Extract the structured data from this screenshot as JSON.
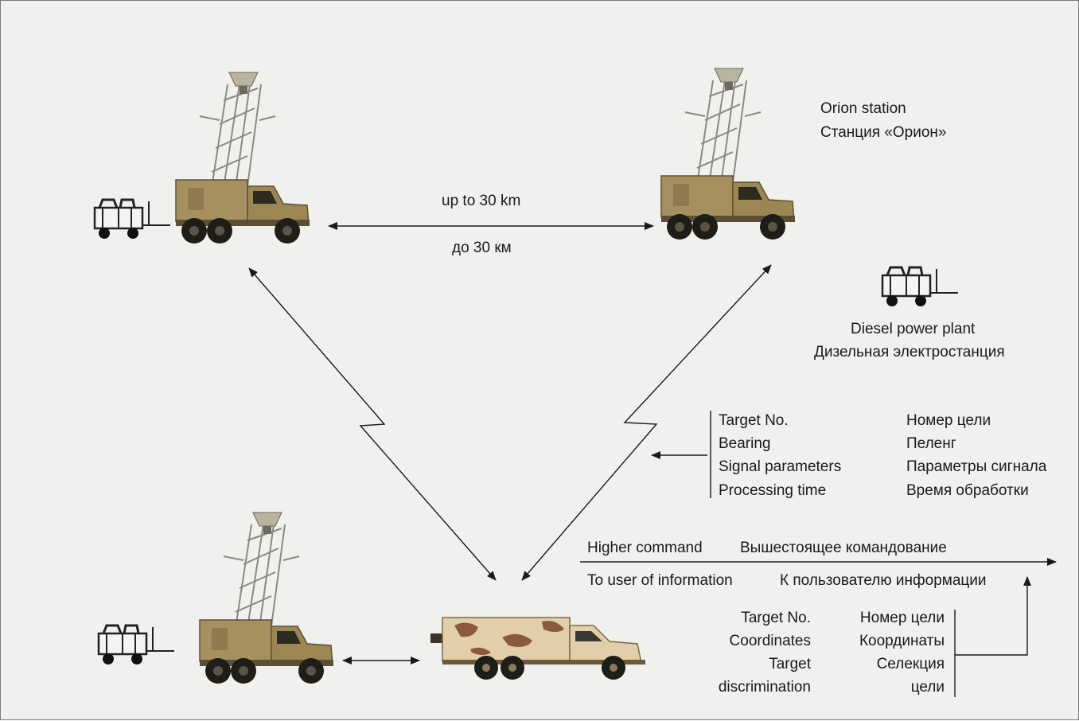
{
  "distance": {
    "en": "up to 30 km",
    "ru": "до 30 км"
  },
  "orion_station": {
    "en": "Orion station",
    "ru": "Станция «Орион»"
  },
  "diesel_plant": {
    "en": "Diesel power plant",
    "ru": "Дизельная электростанция"
  },
  "station_report": {
    "en": [
      "Target No.",
      "Bearing",
      "Signal parameters",
      "Processing time"
    ],
    "ru": [
      "Номер цели",
      "Пеленг",
      "Параметры сигнала",
      "Время обработки"
    ]
  },
  "higher_command": {
    "en": "Higher command",
    "ru": "Вышестоящее командование"
  },
  "user_info": {
    "en": "To user of information",
    "ru": "К пользователю информации"
  },
  "center_output": {
    "en": [
      "Target No.",
      "Coordinates",
      "Target",
      "discrimination"
    ],
    "ru": [
      "Номер цели",
      "Координаты",
      "Селекция",
      "цели"
    ]
  },
  "colors": {
    "background": "#f0f0ef",
    "truck": "#a79060",
    "cabin_camo": "#e2cfa9"
  }
}
